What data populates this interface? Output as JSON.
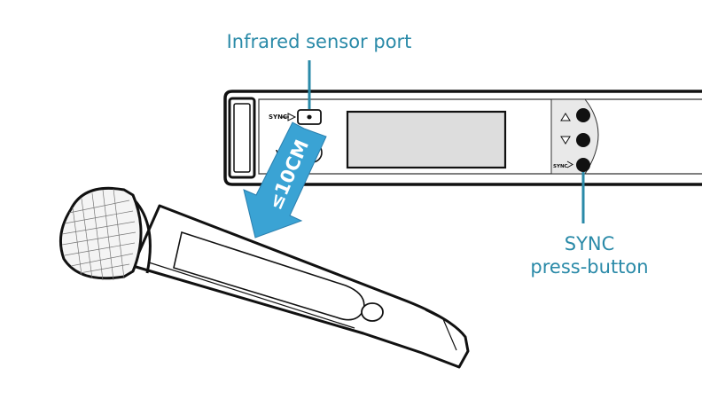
{
  "labels": {
    "infrared_sensor_port": "Infrared sensor port",
    "sync_button_line1": "SYNC",
    "sync_button_line2": "press-button",
    "distance": "≤10CM",
    "sync_tag": "SYNC",
    "volume_tag": "VO"
  },
  "colors": {
    "callout": "#2a8aa8",
    "arrow": "#3aa3d4",
    "outline": "#111111",
    "display_fill": "#dddddd",
    "button_panel": "#e9e9e9"
  },
  "icons": {
    "up": "triangle-up-icon",
    "down": "triangle-down-icon",
    "sync": "sync-arrow-icon"
  }
}
